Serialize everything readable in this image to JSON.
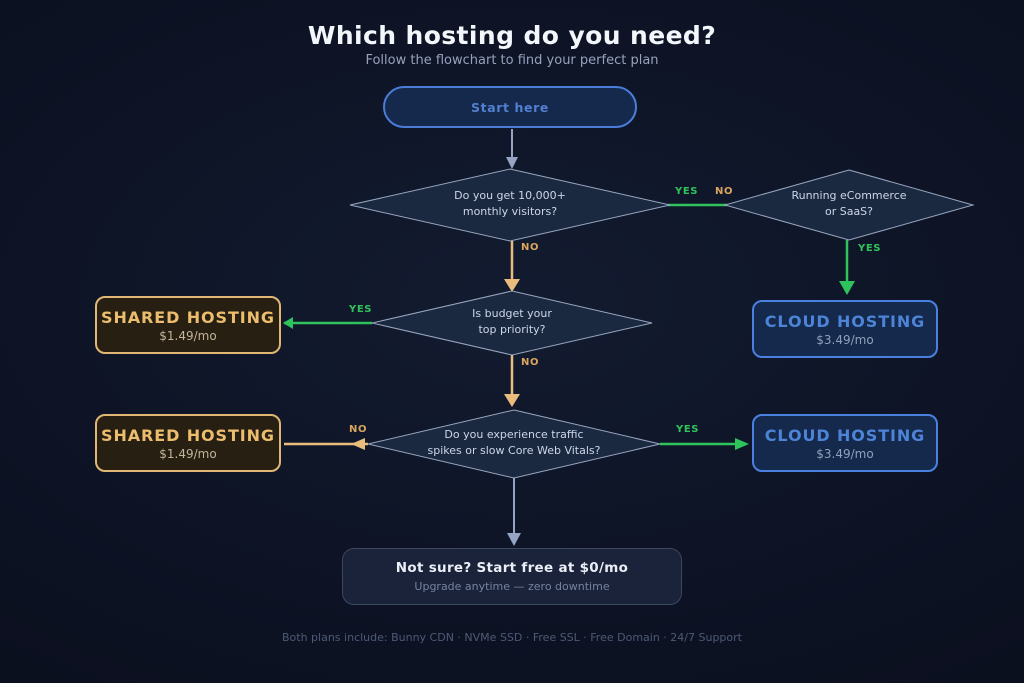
{
  "page": {
    "title": "Which hosting do you need?",
    "subtitle": "Follow the flowchart to find your perfect plan",
    "footer": "Both plans include: Bunny CDN · NVMe SSD · Free SSL · Free Domain · 24/7 Support"
  },
  "colors": {
    "background": "#0c1120",
    "blue_accent": "#4a7cd8",
    "green_yes": "#2fc35c",
    "orange_no": "#d9a55f",
    "orange_line": "#e9bc7e",
    "shared_accent": "#e2b674",
    "cloud_accent": "#4a80e0",
    "diamond_fill": "#1b2940",
    "diamond_stroke": "#97a5c0",
    "connector_gray": "#95a4c2"
  },
  "flow": {
    "start": {
      "label": "Start here"
    },
    "diamonds": {
      "visitors": {
        "line1": "Do you get 10,000+",
        "line2": "monthly visitors?"
      },
      "ecommerce": {
        "line1": "Running eCommerce",
        "line2": "or SaaS?"
      },
      "budget": {
        "line1": "Is budget your",
        "line2": "top priority?"
      },
      "traffic": {
        "line1": "Do you experience traffic",
        "line2": "spikes or slow Core Web Vitals?"
      }
    },
    "branches": {
      "visitors_yes": "YES",
      "ecommerce_no": "NO",
      "visitors_no": "NO",
      "ecommerce_yes": "YES",
      "budget_yes": "YES",
      "budget_no": "NO",
      "traffic_no": "NO",
      "traffic_yes": "YES"
    },
    "boxes": {
      "shared1": {
        "title": "SHARED HOSTING",
        "price": "$1.49/mo"
      },
      "cloud1": {
        "title": "CLOUD HOSTING",
        "price": "$3.49/mo"
      },
      "shared2": {
        "title": "SHARED HOSTING",
        "price": "$1.49/mo"
      },
      "cloud2": {
        "title": "CLOUD HOSTING",
        "price": "$3.49/mo"
      },
      "notsure": {
        "title": "Not sure? Start free at $0/mo",
        "subtitle": "Upgrade anytime — zero downtime"
      }
    }
  }
}
